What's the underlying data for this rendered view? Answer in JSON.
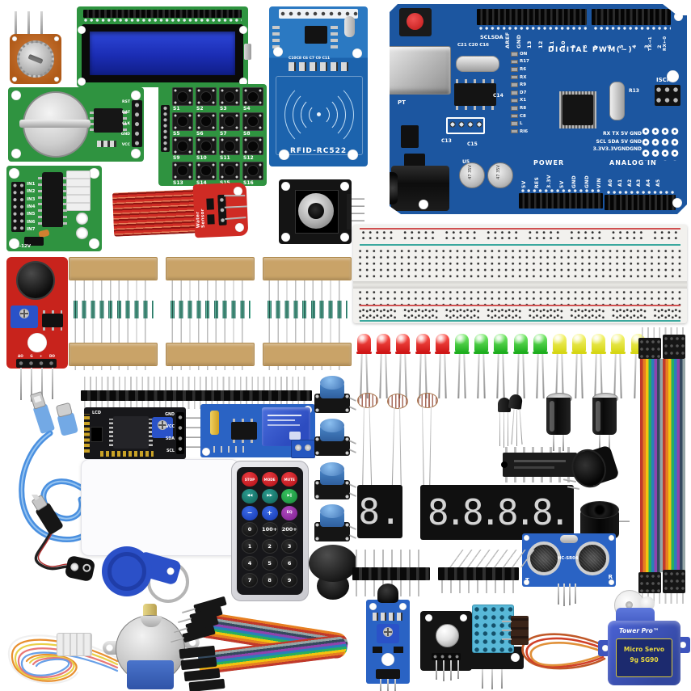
{
  "scene": {
    "title": "Arduino UNO starter kit — component layout photo",
    "background": "#ffffff"
  },
  "colors": {
    "arduino_pcb": "#1c56a0",
    "module_blue": "#2a63c4",
    "pcb_green": "#2f9340",
    "sensor_red": "#c8231c",
    "breadboard": "#f2f1ee",
    "resistor_card": "#c9a368",
    "led_red": "#cf1717",
    "led_green": "#1fae1f",
    "led_yellow": "#d6d615",
    "servo_blue": "#3e55be",
    "button_cap_blue": "#4a86c8",
    "relay_blue": "#3a5fd0"
  },
  "arduino": {
    "digital_label": "DIGITAL PWM(~)",
    "power_label": "POWER",
    "analog_label": "ANALOG IN",
    "icsp_label": "ISCP",
    "sclsda": "SCLSDA",
    "refs_top": "C21 C20 C16",
    "digital_pins_left": [
      "AREF",
      "GND",
      "13",
      "12",
      "11",
      "10",
      "9",
      "8"
    ],
    "digital_pins_right": [
      "7",
      "6",
      "5",
      "4",
      "3",
      "2"
    ],
    "serial_pins": [
      "TX→1",
      "RX←0"
    ],
    "refs_column": [
      "ON",
      "R17",
      "R6",
      "RX",
      "R9",
      "D7",
      "X1",
      "R8",
      "C8",
      "L",
      "RI6"
    ],
    "power_pins": [
      "5V",
      "RES",
      "3.3V",
      "5V",
      "GND",
      "GND",
      "VIN"
    ],
    "analog_pins": [
      "A0",
      "A1",
      "A2",
      "A3",
      "A4",
      "A5"
    ],
    "pinout_rows": [
      "RX TX 5V GND",
      "SCL SDA 5V GND",
      "3.3V3.3VGNDGND"
    ],
    "cap_text": "47 35V",
    "misc_refs": {
      "c14": "C14",
      "c13": "C13",
      "c15": "C15",
      "u5": "U5",
      "pt": "PT",
      "r13": "R13"
    }
  },
  "rfid": {
    "label": "RFID-RC522",
    "caps_row": "C10C8 C6 C7 C9 C11"
  },
  "rtc": {
    "pins": [
      "RST",
      "DAT",
      "CLK",
      "GND",
      "VCC"
    ]
  },
  "keypad": {
    "keys": [
      "S1",
      "S2",
      "S3",
      "S4",
      "S5",
      "S6",
      "S7",
      "S8",
      "S9",
      "S10",
      "S11",
      "S12",
      "S13",
      "S14",
      "S15",
      "S16"
    ]
  },
  "driver_board": {
    "inputs": [
      "IN1",
      "IN2",
      "IN3",
      "IN4",
      "IN5",
      "IN6",
      "IN7"
    ],
    "voltage": "5-12V"
  },
  "water_sensor": {
    "label": "Water Sensor"
  },
  "sound_sensor": {
    "pins": [
      "AO",
      "G",
      "+",
      "DO"
    ]
  },
  "i2c_module": {
    "tag": "LCD",
    "pins": [
      "GND",
      "VCC",
      "SDA",
      "SCL"
    ]
  },
  "remote": {
    "buttons": [
      {
        "t": "STOP",
        "cls": "red"
      },
      {
        "t": "MODE",
        "cls": "red"
      },
      {
        "t": "MUTE",
        "cls": "red"
      },
      {
        "t": "◀◀",
        "cls": "teal"
      },
      {
        "t": "▶▶",
        "cls": "teal"
      },
      {
        "t": "▶‖",
        "cls": "green"
      },
      {
        "t": "−",
        "cls": "blue"
      },
      {
        "t": "+",
        "cls": "blue"
      },
      {
        "t": "EQ",
        "cls": "purple"
      },
      {
        "t": "0",
        "cls": "black"
      },
      {
        "t": "100+",
        "cls": "black"
      },
      {
        "t": "200+",
        "cls": "black"
      },
      {
        "t": "1",
        "cls": "black"
      },
      {
        "t": "2",
        "cls": "black"
      },
      {
        "t": "3",
        "cls": "black"
      },
      {
        "t": "4",
        "cls": "black"
      },
      {
        "t": "5",
        "cls": "black"
      },
      {
        "t": "6",
        "cls": "black"
      },
      {
        "t": "7",
        "cls": "black"
      },
      {
        "t": "8",
        "cls": "black"
      },
      {
        "t": "9",
        "cls": "black"
      }
    ]
  },
  "leds": {
    "items": [
      {
        "cls": "red"
      },
      {
        "cls": "red"
      },
      {
        "cls": "red"
      },
      {
        "cls": "red"
      },
      {
        "cls": "red"
      },
      {
        "cls": "green"
      },
      {
        "cls": "green"
      },
      {
        "cls": "green"
      },
      {
        "cls": "green"
      },
      {
        "cls": "green"
      },
      {
        "cls": "yellow"
      },
      {
        "cls": "yellow"
      },
      {
        "cls": "yellow"
      },
      {
        "cls": "yellow"
      },
      {
        "cls": "yellow"
      }
    ]
  },
  "sevenseg": {
    "single": "8.",
    "quad": "8.8.8.8."
  },
  "ultrasonic": {
    "label": "HC-SR04",
    "t": "T",
    "r": "R"
  },
  "servo": {
    "brand": "Tower Pro™",
    "line1": "Micro Servo",
    "line2": "9g  SG90"
  }
}
